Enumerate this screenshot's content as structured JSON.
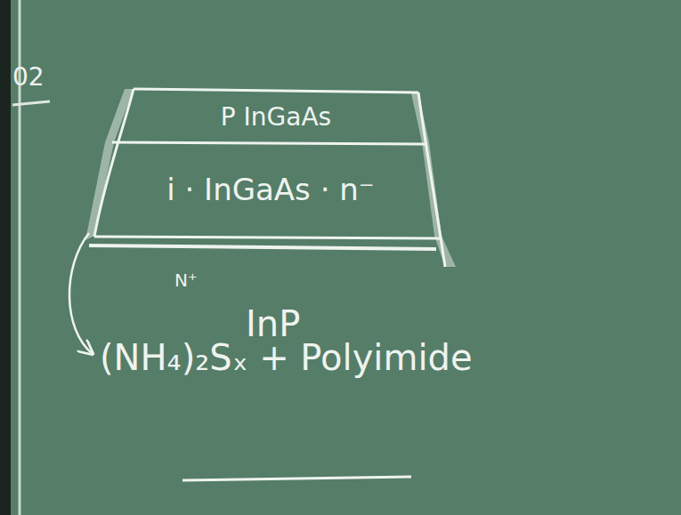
{
  "diagram": {
    "nodes": [
      {
        "text": [
          "P InGaAs"
        ]
      },
      {
        "text": [
          "i · InGaAs · n⁻"
        ]
      }
    ],
    "labels": [
      "02",
      "N⁺",
      "InP",
      "(NH₄)₂Sₓ + Polyimide"
    ]
  }
}
